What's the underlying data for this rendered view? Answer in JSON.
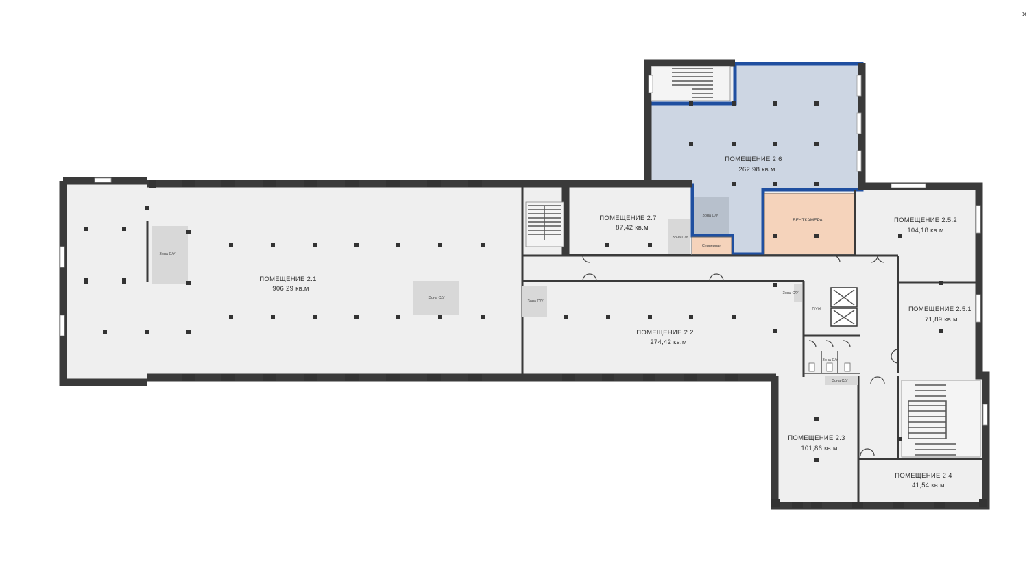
{
  "close_glyph": "×",
  "rooms": {
    "r21": {
      "name": "ПОМЕЩЕНИЕ 2.1",
      "area": "906,29 кв.м"
    },
    "r22": {
      "name": "ПОМЕЩЕНИЕ 2.2",
      "area": "274,42 кв.м"
    },
    "r23": {
      "name": "ПОМЕЩЕНИЕ 2.3",
      "area": "101,86 кв.м"
    },
    "r24": {
      "name": "ПОМЕЩЕНИЕ 2.4",
      "area": "41,54 кв.м"
    },
    "r251": {
      "name": "ПОМЕЩЕНИЕ 2.5.1",
      "area": "71,89 кв.м"
    },
    "r252": {
      "name": "ПОМЕЩЕНИЕ 2.5.2",
      "area": "104,18 кв.м"
    },
    "r26": {
      "name": "ПОМЕЩЕНИЕ 2.6",
      "area": "262,98 кв.м"
    },
    "r27": {
      "name": "ПОМЕЩЕНИЕ 2.7",
      "area": "87,42 кв.м"
    }
  },
  "labels": {
    "vent": "ВЕНТКАМЕРА",
    "server": "Серверная",
    "pui": "ПУИ",
    "wc": "Зона С/У"
  },
  "colors": {
    "selected_fill": "#cdd6e3",
    "selected_outline": "#1f4fa0",
    "vent_fill": "#f5d3bb",
    "wall": "#3a3a3a",
    "floor": "#efefef"
  }
}
